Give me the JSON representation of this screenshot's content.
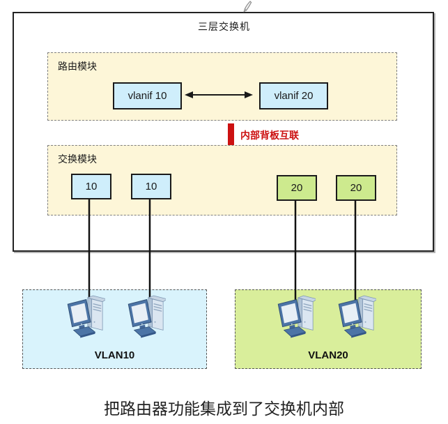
{
  "diagram": {
    "switch_title": "三层交换机",
    "routing_module": {
      "label": "路由模块",
      "interfaces": [
        {
          "label": "vlanif 10"
        },
        {
          "label": "vlanif 20"
        }
      ]
    },
    "backplane_label": "内部背板互联",
    "switching_module": {
      "label": "交换模块",
      "ports": [
        {
          "label": "10"
        },
        {
          "label": "10"
        },
        {
          "label": "20"
        },
        {
          "label": "20"
        }
      ]
    },
    "vlan_groups": [
      {
        "label": "VLAN10",
        "host_count": 2
      },
      {
        "label": "VLAN20",
        "host_count": 2
      }
    ],
    "caption": "把路由器功能集成到了交换机内部"
  },
  "colors": {
    "module_background": "#fdf6d8",
    "vlan10_fill": "#cfeefb",
    "vlan20_fill": "#cdea8e",
    "vlan10_area_background": "#d9f3fc",
    "vlan20_area_background": "#d9ee9b",
    "backplane_red": "#cc1111",
    "line_black": "#1a1a1a"
  },
  "icons": {
    "pen": "pen-icon",
    "host": "computer-icon"
  }
}
